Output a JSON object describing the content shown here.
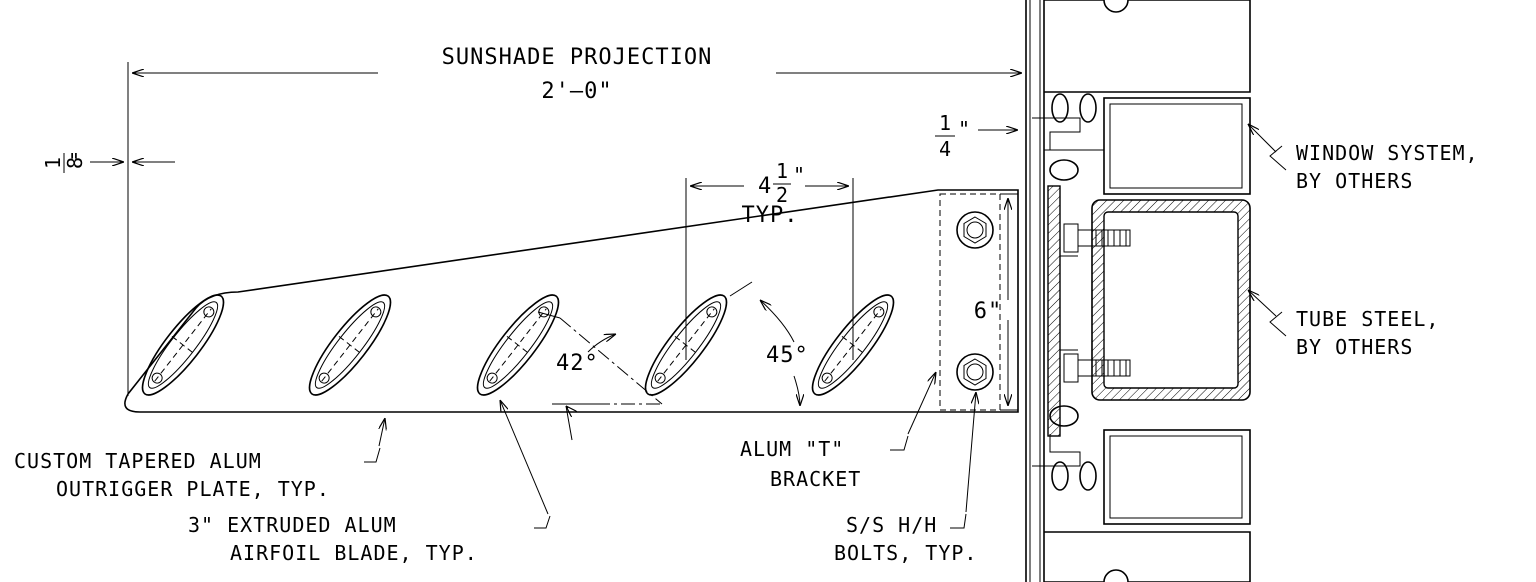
{
  "projection": {
    "label": "SUNSHADE PROJECTION",
    "value": "2'–0\""
  },
  "clearance_eighth": {
    "num": "1",
    "den": "8",
    "unit": "\""
  },
  "clearance_quarter": {
    "num": "1",
    "den": "4",
    "unit": "\""
  },
  "blade_spacing": {
    "whole": "4",
    "num": "1",
    "den": "2",
    "unit": "\"",
    "note": "TYP."
  },
  "bracket_height": "6\"",
  "angles": {
    "blade_angle": "42°",
    "plate_angle": "45°"
  },
  "callouts": {
    "window_system": [
      "WINDOW SYSTEM,",
      "BY OTHERS"
    ],
    "tube_steel": [
      "TUBE STEEL,",
      "BY OTHERS"
    ],
    "outrigger_plate": [
      "CUSTOM TAPERED ALUM",
      "OUTRIGGER PLATE, TYP."
    ],
    "airfoil_blade": [
      "3\" EXTRUDED ALUM",
      "AIRFOIL BLADE, TYP."
    ],
    "t_bracket": [
      "ALUM \"T\"",
      "BRACKET"
    ],
    "bolts": [
      "S/S H/H",
      "BOLTS, TYP."
    ]
  },
  "colors": {
    "line": "#000000",
    "background": "#ffffff"
  }
}
